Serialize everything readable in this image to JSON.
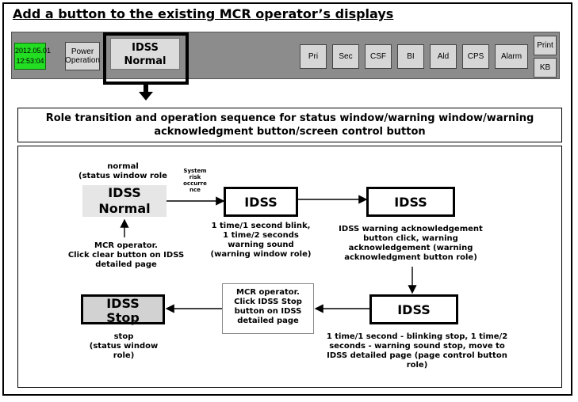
{
  "title": "Add a button to the existing MCR operator’s displays",
  "toolbar": {
    "clock_date": "2012.05.01",
    "clock_time": "12:53:04",
    "power_operation": "Power Operation",
    "idss_normal_line1": "IDSS",
    "idss_normal_line2": "Normal",
    "buttons": [
      "Pri",
      "Sec",
      "CSF",
      "BI",
      "Ald",
      "CPS",
      "Alarm"
    ],
    "print": "Print",
    "kb": "KB"
  },
  "role_heading": "Role transition and operation sequence for status window/warning window/warning acknowledgment button/screen control button",
  "diagram": {
    "normal_caption": "normal\n(status window role",
    "normal_state_line1": "IDSS",
    "normal_state_line2": "Normal",
    "system_risk": "System\nrisk\noccurre\nnce",
    "idss_blink": "IDSS",
    "blink_caption": "1 time/1 second blink,\n1 time/2 seconds\nwarning sound\n(warning window role)",
    "idss_ack": "IDSS",
    "ack_caption": "IDSS warning acknowledgement\nbutton click, warning\nacknowledgement (warning\nacknowledgment button role)",
    "idss_detail": "IDSS",
    "detail_caption": "1 time/1 second - blinking stop, 1 time/2\nseconds - warning sound stop, move to\nIDSS detailed page (page control button\nrole)",
    "stop_note": "MCR operator.\nClick IDSS Stop\nbutton on IDSS\ndetailed page",
    "stop_state_line1": "IDSS",
    "stop_state_line2": "Stop",
    "stop_caption": "stop\n(status window\nrole)",
    "clear_caption": "MCR operator.\nClick clear button on IDSS\ndetailed page"
  },
  "colors": {
    "clock_bg": "#22dd22",
    "toolbar_bg": "#8c8c8c",
    "button_bg": "#d6d6d6"
  }
}
